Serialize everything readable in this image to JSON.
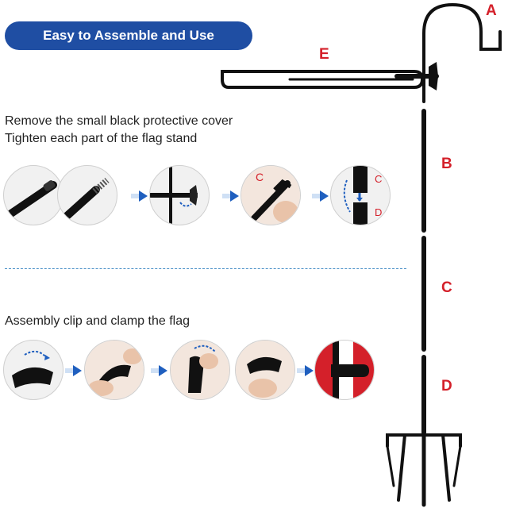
{
  "banner": {
    "title": "Easy to Assemble and Use"
  },
  "step1": {
    "line1": "Remove the small black protective cover",
    "line2": "Tighten each part of the flag stand"
  },
  "step2": {
    "line1": "Assembly clip and clamp the flag"
  },
  "parts": {
    "a": "A",
    "b": "B",
    "c": "C",
    "d": "D",
    "e": "E"
  },
  "inset_labels": {
    "c": "C",
    "d": "D"
  },
  "colors": {
    "banner": "#1f4ea3",
    "label_red": "#d4202a",
    "arrow_blue": "#1f5fbf",
    "pole": "#111111"
  },
  "icons": [
    "pole-end-cap-icon",
    "threaded-pole-icon",
    "wing-nut-icon",
    "pole-c-icon",
    "pole-joint-icon",
    "clip-open-icon",
    "clip-pinch-icon",
    "clip-press-icon",
    "clip-attach-icon",
    "clip-on-flag-icon"
  ]
}
